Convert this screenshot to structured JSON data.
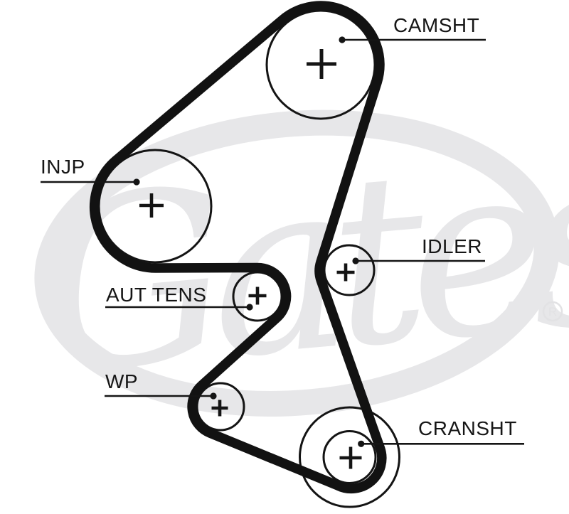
{
  "diagram": {
    "type": "timing-belt-routing-diagram",
    "background_color": "#ffffff",
    "belt_color": "#121212",
    "watermark_color": "#e7e7e9",
    "watermark": {
      "brand": "Gates",
      "registered_symbol": "R"
    },
    "pulleys": [
      {
        "id": "camshaft",
        "label": "CAMSHT"
      },
      {
        "id": "injection-pump",
        "label": "INJP"
      },
      {
        "id": "idler",
        "label": "IDLER"
      },
      {
        "id": "auto-tensioner",
        "label": "AUT TENS"
      },
      {
        "id": "water-pump",
        "label": "WP"
      },
      {
        "id": "crankshaft",
        "label": "CRANSHT"
      }
    ]
  }
}
